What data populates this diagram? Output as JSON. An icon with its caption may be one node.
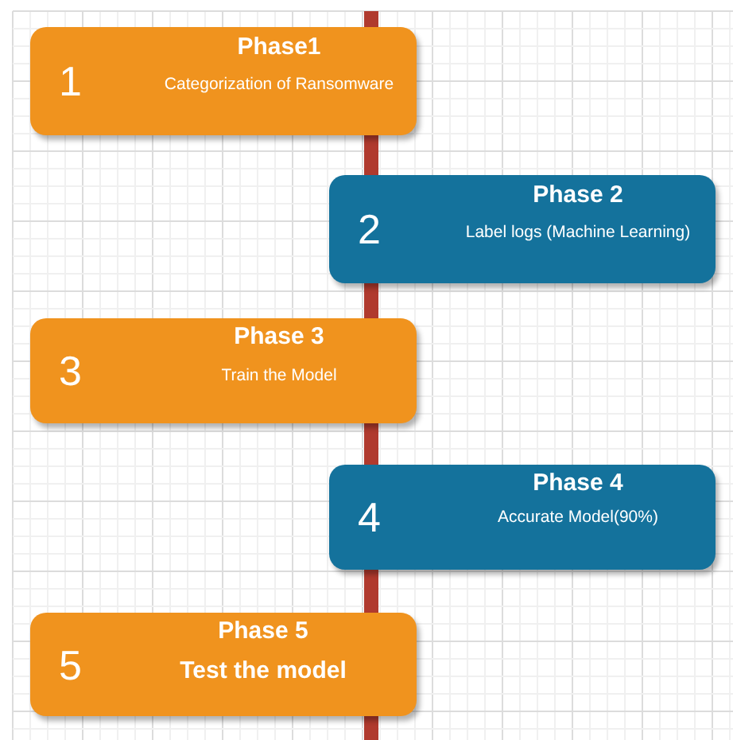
{
  "diagram": {
    "nodes": [
      {
        "text": [
          "1",
          "Phase1",
          "Categorization of Ransomware"
        ]
      },
      {
        "text": [
          "2",
          "Phase 2",
          "Label logs (Machine Learning)"
        ]
      },
      {
        "text": [
          "3",
          "Phase 3",
          "Train the Model"
        ]
      },
      {
        "text": [
          "4",
          "Phase 4",
          "Accurate Model(90%)"
        ]
      },
      {
        "text": [
          "5",
          "Phase 5",
          "Test the model"
        ]
      }
    ],
    "edges": [
      {
        "from": null,
        "to": 0,
        "arrow": "none"
      },
      {
        "from": 0,
        "to": 1,
        "arrow": "none"
      },
      {
        "from": 1,
        "to": 2,
        "arrow": "none"
      },
      {
        "from": 2,
        "to": 3,
        "arrow": "none"
      },
      {
        "from": 3,
        "to": 4,
        "arrow": "none"
      },
      {
        "from": 4,
        "to": null,
        "arrow": "none"
      }
    ]
  }
}
